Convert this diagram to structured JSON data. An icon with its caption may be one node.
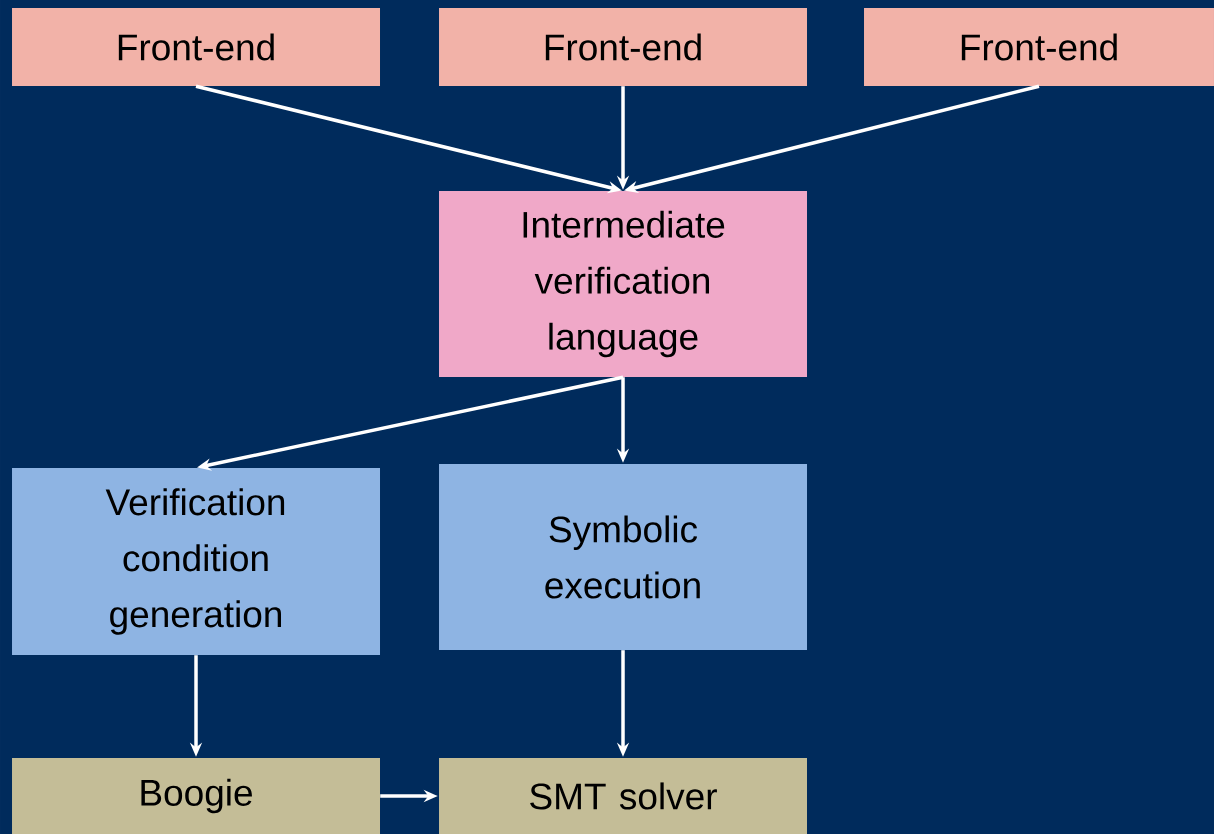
{
  "diagram": {
    "nodes": [
      {
        "text": [
          "Front-end"
        ]
      },
      {
        "text": [
          "Front-end"
        ]
      },
      {
        "text": [
          "Front-end"
        ]
      },
      {
        "text": [
          "Intermediate verification language"
        ]
      },
      {
        "text": [
          "Verification condition generation"
        ]
      },
      {
        "text": [
          "Symbolic execution"
        ]
      },
      {
        "text": [
          "Boogie"
        ]
      },
      {
        "text": [
          "SMT solver"
        ]
      }
    ],
    "edges": [
      {
        "from": 0,
        "to": 3,
        "arrow": "to"
      },
      {
        "from": 1,
        "to": 3,
        "arrow": "to"
      },
      {
        "from": 2,
        "to": 3,
        "arrow": "to"
      },
      {
        "from": 3,
        "to": 4,
        "arrow": "to"
      },
      {
        "from": 3,
        "to": 5,
        "arrow": "to"
      },
      {
        "from": 4,
        "to": 6,
        "arrow": "to"
      },
      {
        "from": 5,
        "to": 7,
        "arrow": "to"
      },
      {
        "from": 6,
        "to": 7,
        "arrow": "to"
      }
    ]
  }
}
